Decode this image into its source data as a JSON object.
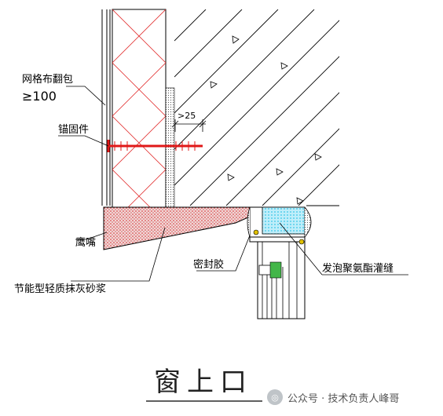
{
  "labels": {
    "mesh_wrap": "网格布翻包",
    "mesh_wrap_dim": "≥100",
    "anchor": "锚固件",
    "dim_25": ">25",
    "drip": "鹰嘴",
    "mortar": "节能型轻质抹灰砂浆",
    "sealant": "密封胶",
    "foam_fill": "发泡聚氨酯灌缝"
  },
  "title": "窗上口",
  "watermark": {
    "text": "公众号 · 技术负责人峰哥"
  },
  "colors": {
    "line": "#000000",
    "insulation_hatch": "#e23030",
    "anchor": "#e01818",
    "mortar_dots": "#d02828",
    "foam": "#35c6e8"
  }
}
